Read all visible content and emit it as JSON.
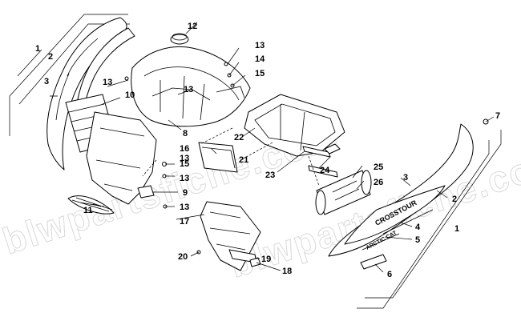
{
  "watermark": {
    "text": "blwpartsfiche.com"
  },
  "decals": {
    "crosstour": "CROSSTOUR",
    "arctic_cat": "ARCTIC CAT"
  },
  "callouts": [
    {
      "id": "c1a",
      "label": "1"
    },
    {
      "id": "c2a",
      "label": "2"
    },
    {
      "id": "c3a",
      "label": "3"
    },
    {
      "id": "c10",
      "label": "10"
    },
    {
      "id": "c11",
      "label": "11"
    },
    {
      "id": "c12",
      "label": "12"
    },
    {
      "id": "c13a",
      "label": "13"
    },
    {
      "id": "c13b",
      "label": "13"
    },
    {
      "id": "c13c",
      "label": "13"
    },
    {
      "id": "c14",
      "label": "14"
    },
    {
      "id": "c15a",
      "label": "15"
    },
    {
      "id": "c13d",
      "label": "13"
    },
    {
      "id": "c8",
      "label": "8"
    },
    {
      "id": "c16",
      "label": "16"
    },
    {
      "id": "c15b",
      "label": "15"
    },
    {
      "id": "c13e",
      "label": "13"
    },
    {
      "id": "c9",
      "label": "9"
    },
    {
      "id": "c13f",
      "label": "13"
    },
    {
      "id": "c17",
      "label": "17"
    },
    {
      "id": "c21",
      "label": "21"
    },
    {
      "id": "c22",
      "label": "22"
    },
    {
      "id": "c23",
      "label": "23"
    },
    {
      "id": "c24",
      "label": "24"
    },
    {
      "id": "c25",
      "label": "25"
    },
    {
      "id": "c26",
      "label": "26"
    },
    {
      "id": "c7",
      "label": "7"
    },
    {
      "id": "c3b",
      "label": "3"
    },
    {
      "id": "c2b",
      "label": "2"
    },
    {
      "id": "c1b",
      "label": "1"
    },
    {
      "id": "c4",
      "label": "4"
    },
    {
      "id": "c5",
      "label": "5"
    },
    {
      "id": "c6",
      "label": "6"
    },
    {
      "id": "c19",
      "label": "19"
    },
    {
      "id": "c20",
      "label": "20"
    },
    {
      "id": "c18",
      "label": "18"
    }
  ]
}
